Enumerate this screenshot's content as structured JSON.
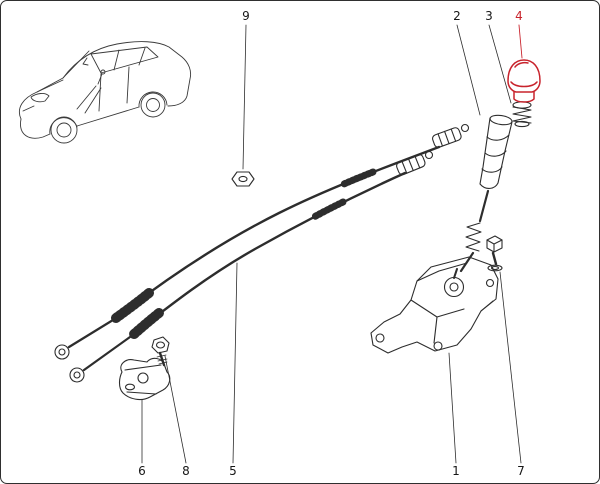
{
  "diagram": {
    "kind": "exploded-parts-diagram",
    "colors": {
      "line": "#2d2d2d",
      "highlight": "#c8232c",
      "background": "#ffffff"
    },
    "highlighted_callout": "4",
    "callouts": [
      {
        "label": "9",
        "position": "top",
        "highlighted": false
      },
      {
        "label": "2",
        "position": "top",
        "highlighted": false
      },
      {
        "label": "3",
        "position": "top",
        "highlighted": false
      },
      {
        "label": "4",
        "position": "top",
        "highlighted": true
      },
      {
        "label": "6",
        "position": "bottom",
        "highlighted": false
      },
      {
        "label": "8",
        "position": "bottom",
        "highlighted": false
      },
      {
        "label": "5",
        "position": "bottom",
        "highlighted": false
      },
      {
        "label": "1",
        "position": "bottom",
        "highlighted": false
      },
      {
        "label": "7",
        "position": "bottom",
        "highlighted": false
      }
    ]
  }
}
